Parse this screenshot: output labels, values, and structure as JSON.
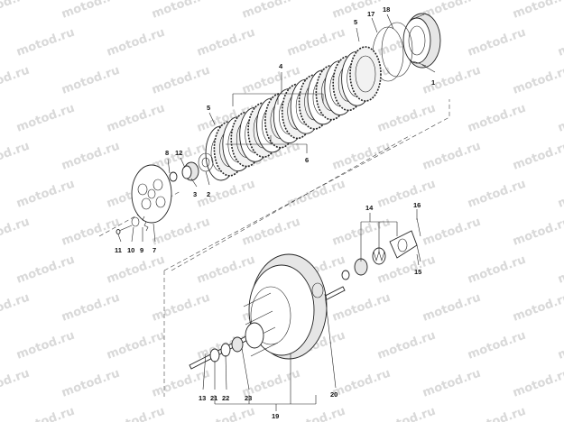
{
  "watermark": "motod.ru",
  "callouts": [
    "1",
    "2",
    "3",
    "4",
    "5",
    "5",
    "6",
    "7",
    "8",
    "9",
    "10",
    "11",
    "12",
    "13",
    "14",
    "15",
    "16",
    "17",
    "18",
    "19",
    "20",
    "21",
    "22",
    "23"
  ]
}
